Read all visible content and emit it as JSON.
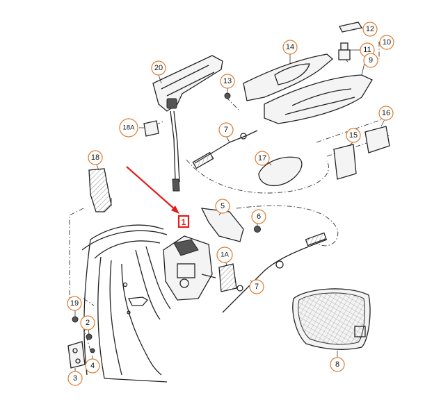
{
  "callouts": [
    {
      "id": "c12",
      "label": "12"
    },
    {
      "id": "c10",
      "label": "10"
    },
    {
      "id": "c11",
      "label": "11"
    },
    {
      "id": "c9",
      "label": "9"
    },
    {
      "id": "c14",
      "label": "14"
    },
    {
      "id": "c20",
      "label": "20"
    },
    {
      "id": "c13",
      "label": "13"
    },
    {
      "id": "c18A",
      "label": "18A"
    },
    {
      "id": "c7a",
      "label": "7"
    },
    {
      "id": "c16",
      "label": "16"
    },
    {
      "id": "c15",
      "label": "15"
    },
    {
      "id": "c17",
      "label": "17"
    },
    {
      "id": "c18",
      "label": "18"
    },
    {
      "id": "c5",
      "label": "5"
    },
    {
      "id": "c6",
      "label": "6"
    },
    {
      "id": "c1A",
      "label": "1A"
    },
    {
      "id": "c7b",
      "label": "7"
    },
    {
      "id": "c19",
      "label": "19"
    },
    {
      "id": "c2",
      "label": "2"
    },
    {
      "id": "c4",
      "label": "4"
    },
    {
      "id": "c3",
      "label": "3"
    },
    {
      "id": "c8",
      "label": "8"
    }
  ],
  "highlight": {
    "label": "1",
    "color": "#e31b1b"
  },
  "colors": {
    "callout_ring": "#e07a2c",
    "highlight": "#e31b1b"
  }
}
